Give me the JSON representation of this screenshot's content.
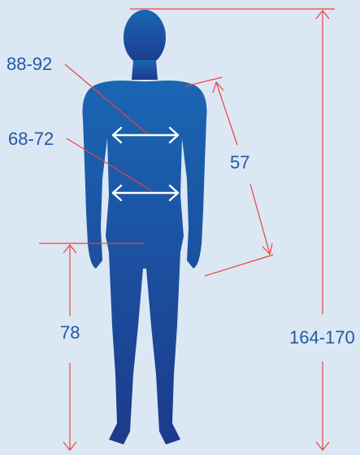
{
  "figure": {
    "silhouette": "human-body-front",
    "colors": {
      "background": "#dbe7f3",
      "body_top": "#1a66b4",
      "body_bottom": "#1d3a8c",
      "lines": "#e8453c",
      "labels": "#1f5aa6",
      "arrows_on_body": "#ffffff"
    }
  },
  "labels": {
    "chest": "88-92",
    "waist": "68-72",
    "arm": "57",
    "inseam": "78",
    "height": "164-170"
  }
}
